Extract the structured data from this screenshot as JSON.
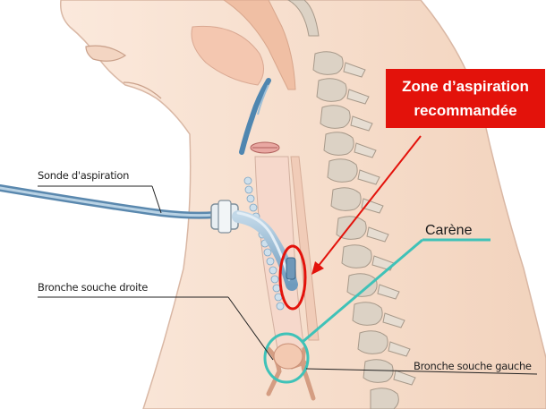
{
  "labels": {
    "sonde": "Sonde d'aspiration",
    "bronche_droite": "Bronche souche droite",
    "bronche_gauche": "Bronche souche gauche",
    "carene": "Carène",
    "zone_line1": "Zone d’aspiration",
    "zone_line2": "recommandée"
  },
  "colors": {
    "skin": "#f7dfcc",
    "skin_outline": "#d9b7a4",
    "airway_blue": "#4f86b0",
    "tube_blue": "#9dbfd8",
    "spine": "#d8cdbf",
    "highlight_red": "#e3120b",
    "teal": "#3fc2b8"
  }
}
